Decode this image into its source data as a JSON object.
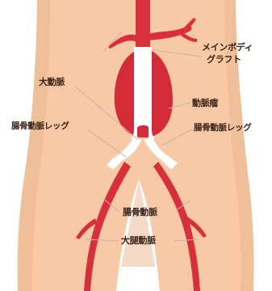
{
  "labels": {
    "main_body_graft_line1": "メインボディ",
    "main_body_graft_line2": "グラフト",
    "aorta": "大動脈",
    "aneurysm": "動脈瘤",
    "iliac_leg_left": "腸骨動脈レッグ",
    "iliac_leg_right": "腸骨動脈レッグ",
    "iliac_artery": "腸骨動脈",
    "femoral_artery": "大腿動脈"
  },
  "colors": {
    "skin": "#f7c9a4",
    "skin_shade": "#eab68f",
    "artery": "#d8303a",
    "aneurysm": "#d42b38",
    "graft": "#ffffff",
    "leader_line": "#c9b1a4",
    "text": "#3a2218"
  }
}
